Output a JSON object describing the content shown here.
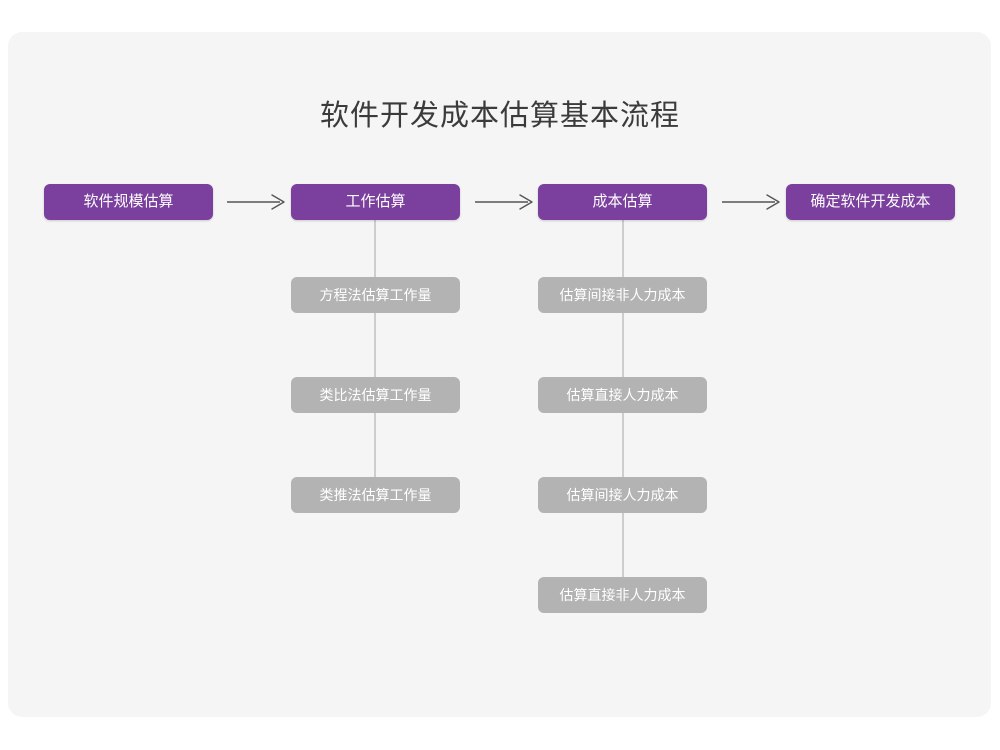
{
  "diagram": {
    "title": "软件开发成本估算基本流程",
    "type": "flowchart",
    "accent_color": "#7b3f9d",
    "secondary_color": "#b3b3b3",
    "card_background": "#f5f5f6",
    "connector_color": "#cdcdcd",
    "main_flow": [
      {
        "label": "软件规模估算"
      },
      {
        "label": "工作估算"
      },
      {
        "label": "成本估算"
      },
      {
        "label": "确定软件开发成本"
      }
    ],
    "arrows": [
      {
        "name": "arrow-1",
        "glyph": "arrow-right-icon"
      },
      {
        "name": "arrow-2",
        "glyph": "arrow-right-icon"
      },
      {
        "name": "arrow-3",
        "glyph": "arrow-right-icon"
      }
    ],
    "branches": {
      "work_estimation": [
        {
          "label": "方程法估算工作量"
        },
        {
          "label": "类比法估算工作量"
        },
        {
          "label": "类推法估算工作量"
        }
      ],
      "cost_estimation": [
        {
          "label": "估算间接非人力成本"
        },
        {
          "label": "估算直接人力成本"
        },
        {
          "label": "估算间接人力成本"
        },
        {
          "label": "估算直接非人力成本"
        }
      ]
    }
  }
}
